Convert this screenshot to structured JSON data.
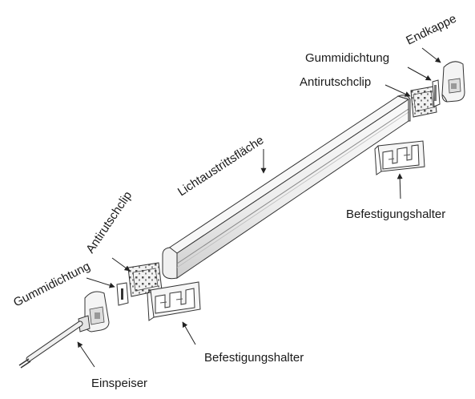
{
  "labels": {
    "endkappe": "Endkappe",
    "gummidichtung_top": "Gummidichtung",
    "antirutschclip_top": "Antirutschclip",
    "lichtaustrittsflaeche": "Lichtaustrittsfläche",
    "befestigungshalter_right": "Befestigungshalter",
    "antirutschclip_left": "Antirutschclip",
    "gummidichtung_left": "Gummidichtung",
    "befestigungshalter_bottom": "Befestigungshalter",
    "einspeiser": "Einspeiser"
  }
}
